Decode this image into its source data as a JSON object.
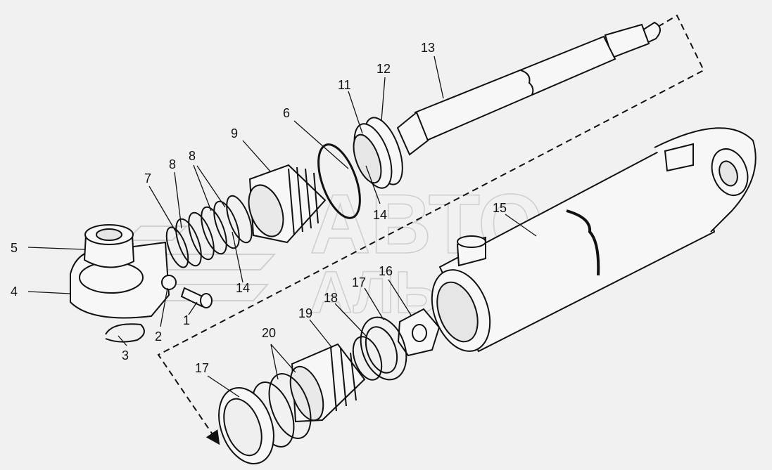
{
  "watermark": {
    "line1": "АВТО",
    "line2": "АЛЬЯНС"
  },
  "callouts": [
    {
      "id": "1",
      "text": "1"
    },
    {
      "id": "2",
      "text": "2"
    },
    {
      "id": "3",
      "text": "3"
    },
    {
      "id": "4",
      "text": "4"
    },
    {
      "id": "5",
      "text": "5"
    },
    {
      "id": "6",
      "text": "6"
    },
    {
      "id": "7",
      "text": "7"
    },
    {
      "id": "8a",
      "text": "8"
    },
    {
      "id": "8b",
      "text": "8"
    },
    {
      "id": "9",
      "text": "9"
    },
    {
      "id": "11",
      "text": "11"
    },
    {
      "id": "12",
      "text": "12"
    },
    {
      "id": "13",
      "text": "13"
    },
    {
      "id": "14a",
      "text": "14"
    },
    {
      "id": "14b",
      "text": "14"
    },
    {
      "id": "15",
      "text": "15"
    },
    {
      "id": "16",
      "text": "16"
    },
    {
      "id": "17a",
      "text": "17"
    },
    {
      "id": "17b",
      "text": "17"
    },
    {
      "id": "18",
      "text": "18"
    },
    {
      "id": "19",
      "text": "19"
    },
    {
      "id": "20",
      "text": "20"
    }
  ],
  "colors": {
    "line": "#111111",
    "fill": "#f7f7f7",
    "background": "#f1f1f1",
    "watermark": "#cfcfcf"
  }
}
